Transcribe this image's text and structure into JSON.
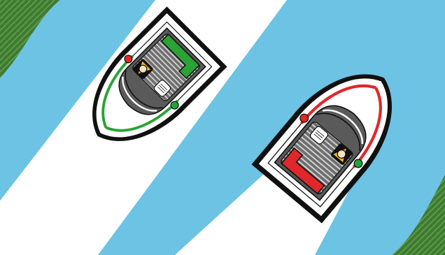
{
  "scene": {
    "subject": "two-motorboats-passing",
    "colors": {
      "water": "#6cc3e4",
      "wake": "#ffffff",
      "shore": "#3f7a34",
      "shore_stripe": "#5e9b45",
      "hull": "#ffffff",
      "outline": "#111111",
      "deck": "#6e6e6e",
      "deck_planks": "#d8d8d8",
      "console": "#5a5a5a",
      "seat_green": "#2aa336",
      "seat_red": "#e0282a",
      "nav_light_green": "#1fa33b",
      "nav_light_red": "#e0282a",
      "driver_vest": "#f4b21b",
      "driver_skin": "#f2e3c8"
    },
    "boats": [
      {
        "id": "upper-left-boat",
        "seat_color": "green",
        "bow_light_green_side": "port",
        "bow_light_red_side": "starboard"
      },
      {
        "id": "lower-right-boat",
        "seat_color": "red",
        "bow_light_green_side": "starboard",
        "bow_light_red_side": "port"
      }
    ]
  }
}
